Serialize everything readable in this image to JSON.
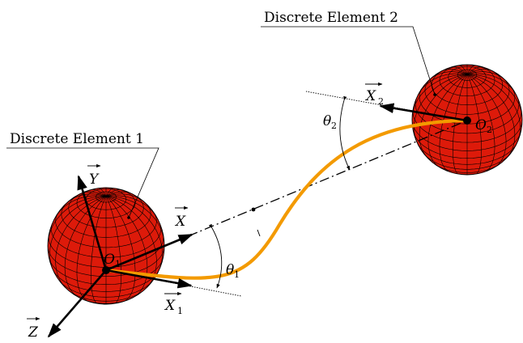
{
  "labels": {
    "element1": "Discrete Element 1",
    "element2": "Discrete Element 2"
  },
  "vectors": {
    "X": "X",
    "Y": "Y",
    "Z": "Z",
    "X1": "X",
    "X1_sub": "1",
    "X2": "X",
    "X2_sub": "2"
  },
  "points": {
    "O1": "O",
    "O1_sub": "1",
    "O2": "O",
    "O2_sub": "2"
  },
  "angles": {
    "theta1": "θ",
    "theta1_sub": "1",
    "theta2": "θ",
    "theta2_sub": "2"
  },
  "colors": {
    "sphere_fill": "#dd1a0a",
    "beam": "#f39a00",
    "ink": "#000000"
  }
}
